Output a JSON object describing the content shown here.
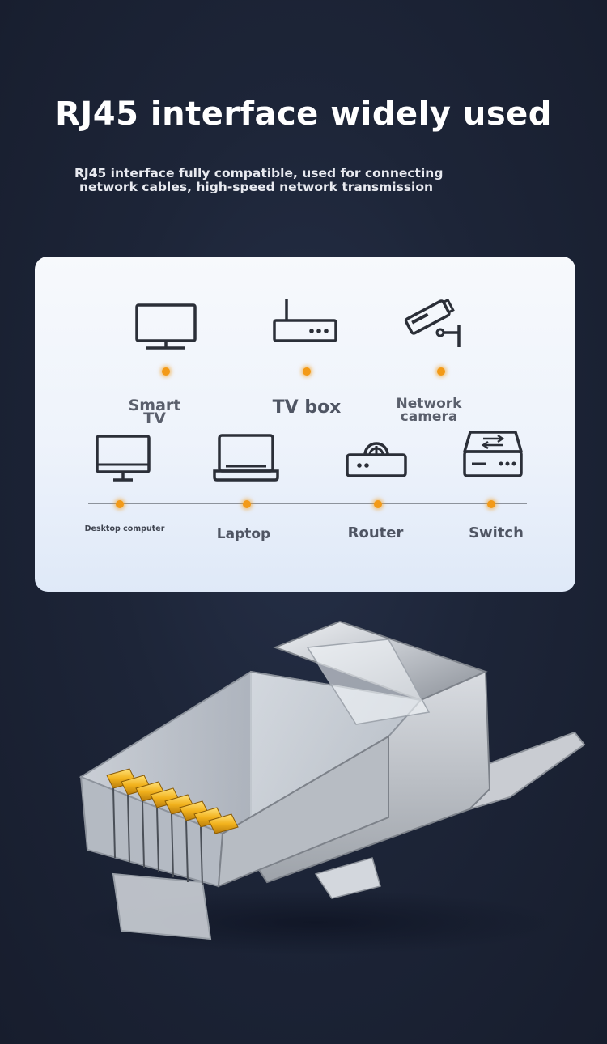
{
  "header": {
    "title": "RJ45 interface widely used",
    "subtitle_line1": "RJ45 interface fully compatible, used for connecting",
    "subtitle_line2": "network cables, high-speed network transmission"
  },
  "devices_row1": [
    {
      "icon": "tv-icon",
      "label_line1": "Smart",
      "label_line2": "TV"
    },
    {
      "icon": "tv-box-icon",
      "label": "TV box"
    },
    {
      "icon": "network-camera-icon",
      "label_line1": "Network",
      "label_line2": "camera"
    }
  ],
  "devices_row2": [
    {
      "icon": "desktop-computer-icon",
      "label": "Desktop computer"
    },
    {
      "icon": "laptop-icon",
      "label": "Laptop"
    },
    {
      "icon": "router-icon",
      "label": "Router"
    },
    {
      "icon": "switch-icon",
      "label": "Switch"
    }
  ],
  "colors": {
    "background": "#1d2538",
    "panel": "#eef3fb",
    "accent_dot": "#f39a17",
    "icon_stroke": "#2b2f38",
    "label_text": "#4f5563"
  }
}
